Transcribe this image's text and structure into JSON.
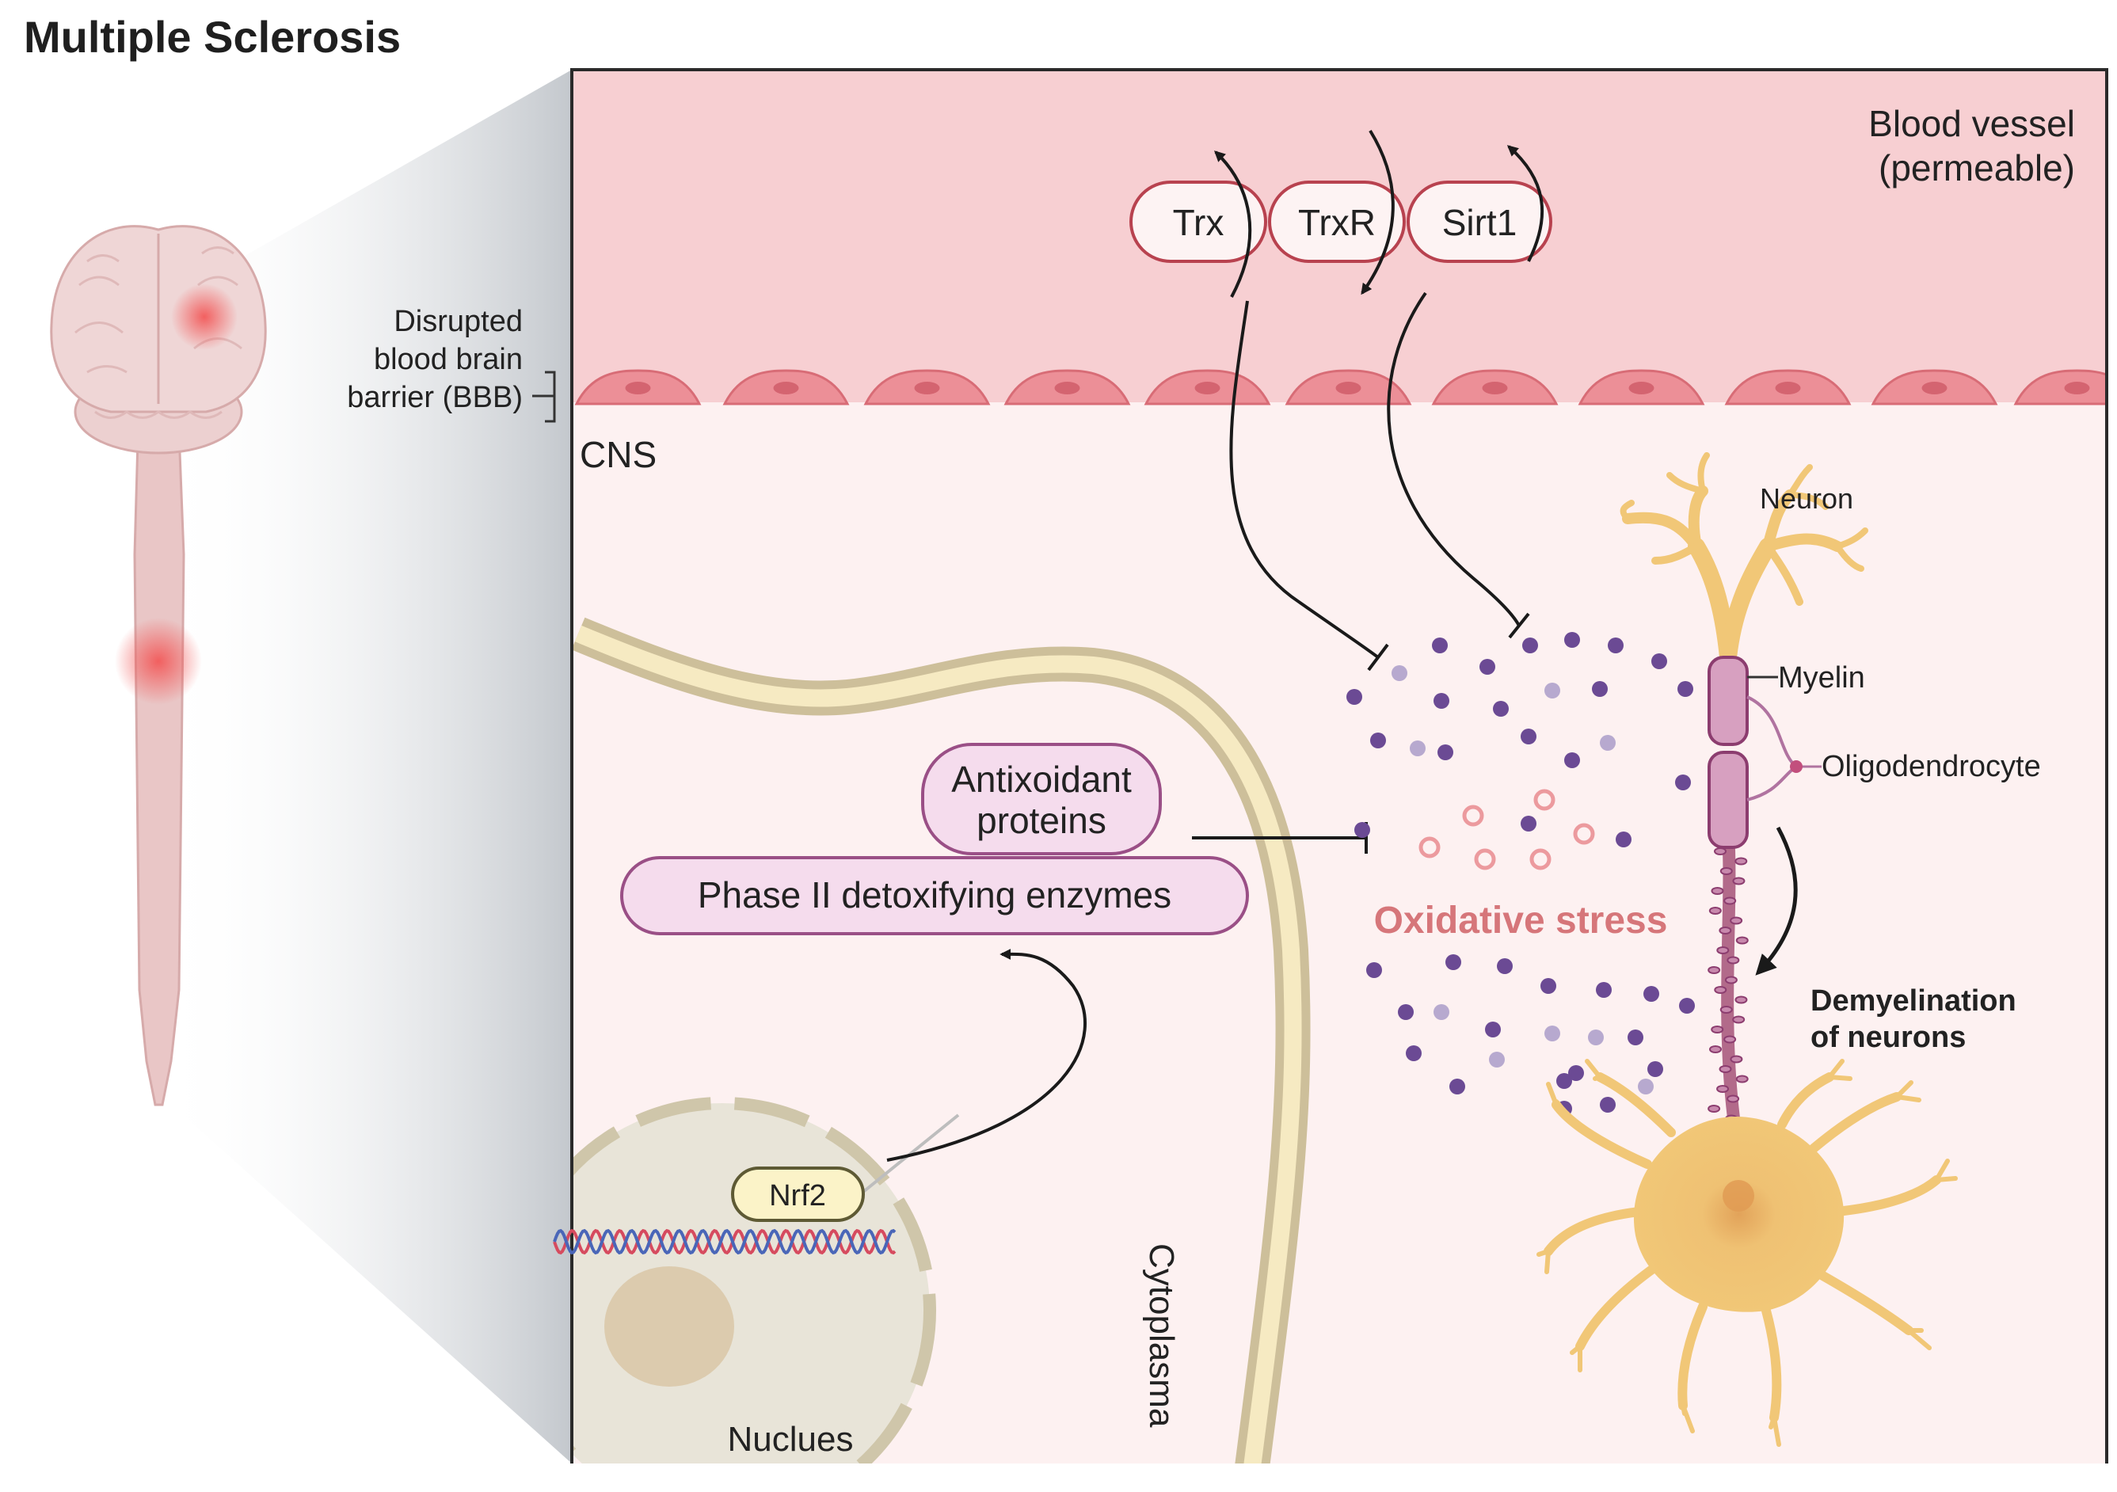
{
  "title": "Multiple Sclerosis",
  "labels": {
    "blood_vessel_line1": "Blood vessel",
    "blood_vessel_line2": "(permeable)",
    "bbb_line1": "Disrupted",
    "bbb_line2": "blood brain",
    "bbb_line3": "barrier (BBB)",
    "cns": "CNS",
    "neuron": "Neuron",
    "myelin": "Myelin",
    "oligodendrocyte": "Oligodendrocyte",
    "oxidative_stress": "Oxidative stress",
    "demyelination_line1": "Demyelination",
    "demyelination_line2": "of neurons",
    "cytoplasma": "Cytoplasma",
    "nucleus": "Nuclues",
    "nrf2": "Nrf2",
    "antioxidant_line1": "Antixoidant",
    "antioxidant_line2": "proteins",
    "phase2": "Phase II detoxifying enzymes"
  },
  "proteins": [
    "Trx",
    "TrxR",
    "Sirt1"
  ],
  "colors": {
    "vessel": "#f7cfd2",
    "cns": "#fdf1f1",
    "endothelial": "#ec8f97",
    "membrane_outer": "#cdbf9a",
    "membrane_inner": "#f6eac2",
    "box_fill": "#f5dced",
    "box_stroke": "#9a4f86",
    "protein_stroke": "#b8424f",
    "ros_dark": "#6b4a94",
    "ros_light": "#b7a9cf",
    "ros_pink": "#ec9a9e",
    "stress_text": "#d6767a",
    "neuron": "#f1c777",
    "myelin_fill": "#d7a0c0",
    "myelin_stroke": "#8c3d6f",
    "nucleus": "#e8e4d8",
    "nucleolus": "#dccbae"
  }
}
